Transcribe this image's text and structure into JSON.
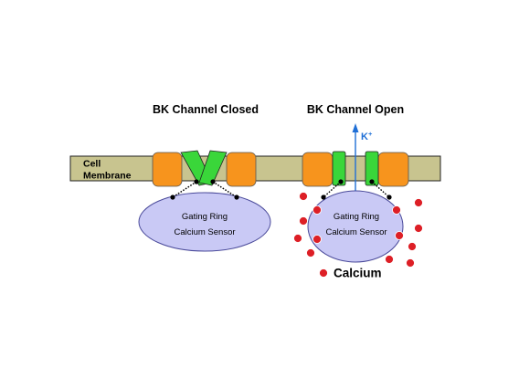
{
  "closed": {
    "title": "BK Channel Closed",
    "ring_line1": "Gating Ring",
    "ring_line2": "Calcium Sensor"
  },
  "open": {
    "title": "BK Channel Open",
    "ring_line1": "Gating Ring",
    "ring_line2": "Calcium Sensor",
    "ion_label": "K",
    "ion_charge": "+"
  },
  "membrane": {
    "line1": "Cell",
    "line2": "Membrane"
  },
  "legend": {
    "calcium_label": "Calcium"
  },
  "colors": {
    "membrane": "#c8c48f",
    "subunit": "#f7941d",
    "gate": "#3ad63a",
    "ring": "#c9c9f5",
    "calcium": "#dd1f26",
    "arrow": "#1f6fd6"
  }
}
